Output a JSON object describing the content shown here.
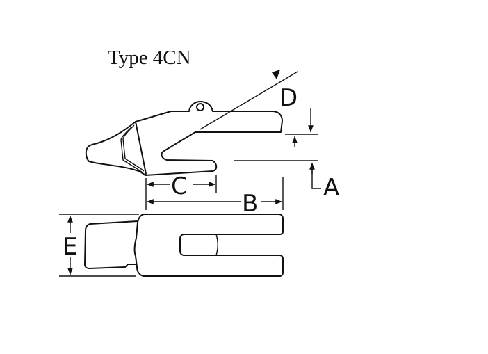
{
  "title": "Type 4CN",
  "dimensions": {
    "a": "A",
    "b": "B",
    "c": "C",
    "d": "D",
    "e": "E"
  },
  "colors": {
    "line": "#111111",
    "background": "#ffffff"
  }
}
